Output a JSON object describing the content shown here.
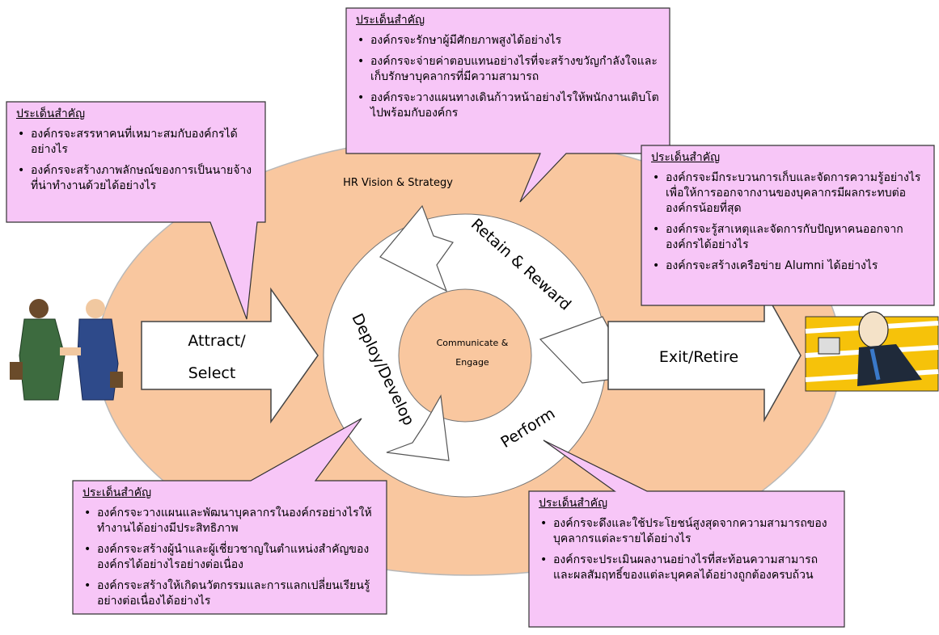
{
  "diagram": {
    "vision_label": "HR  Vision & Strategy",
    "center_line1": "Communicate &",
    "center_line2": "Engage",
    "arrow_attract_line1": "Attract/",
    "arrow_attract_line2": "Select",
    "arrow_exit": "Exit/Retire",
    "ring_retain": "Retain & Reward",
    "ring_deploy": "Deploy/Develop",
    "ring_perform": "Perform"
  },
  "callouts": {
    "top": {
      "title": "ประเด็นสำคัญ",
      "items": [
        "องค์กรจะรักษาผู้มีศักยภาพสูงได้อย่างไร",
        "องค์กรจะจ่ายค่าตอบแทนอย่างไรที่จะสร้างขวัญกำลังใจและเก็บรักษาบุคลากรที่มีความสามารถ",
        "องค์กรจะวางแผนทางเดินก้าวหน้าอย่างไรให้พนักงานเติบโตไปพร้อมกับองค์กร"
      ]
    },
    "left": {
      "title": "ประเด็นสำคัญ",
      "items": [
        "องค์กรจะสรรหาคนที่เหมาะสมกับองค์กรได้อย่างไร",
        "องค์กรจะสร้างภาพลักษณ์ของการเป็นนายจ้างที่น่าทำงานด้วยได้อย่างไร"
      ]
    },
    "right": {
      "title": "ประเด็นสำคัญ",
      "items": [
        "องค์กรจะมีกระบวนการเก็บและจัดการความรู้อย่างไร เพื่อให้การออกจากงานของบุคลากรมีผลกระทบต่อองค์กรน้อยที่สุด",
        "องค์กรจะรู้สาเหตุและจัดการกับปัญหาคนออกจากองค์กรได้อย่างไร",
        "องค์กรจะสร้างเครือข่าย Alumni ได้อย่างไร"
      ]
    },
    "bottom_left": {
      "title": "ประเด็นสำคัญ",
      "items": [
        "องค์กรจะวางแผนและพัฒนาบุคลากรในองค์กรอย่างไรให้ทำงานได้อย่างมีประสิทธิภาพ",
        "องค์กรจะสร้างผู้นำและผู้เชี่ยวชาญในตำแหน่งสำคัญขององค์กรได้อย่างไรอย่างต่อเนื่อง",
        "องค์กรจะสร้างให้เกิดนวัตกรรมและการแลกเปลี่ยนเรียนรู้อย่างต่อเนื่องได้อย่างไร"
      ]
    },
    "bottom_right": {
      "title": "ประเด็นสำคัญ",
      "items": [
        "องค์กรจะดึงและใช้ประโยชน์สูงสุดจากความสามารถของบุคลากรแต่ละรายได้อย่างไร",
        "องค์กรจะประเมินผลงานอย่างไรที่สะท้อนความสามารถและผลสัมฤทธิ์ของแต่ละบุคคลได้อย่างถูกต้องครบถ้วน"
      ]
    }
  },
  "colors": {
    "ellipse": "#f9c79f",
    "callout_fill": "#f7c6f7",
    "arrow_fill": "#ffffff",
    "center_fill": "#f9c79f"
  }
}
